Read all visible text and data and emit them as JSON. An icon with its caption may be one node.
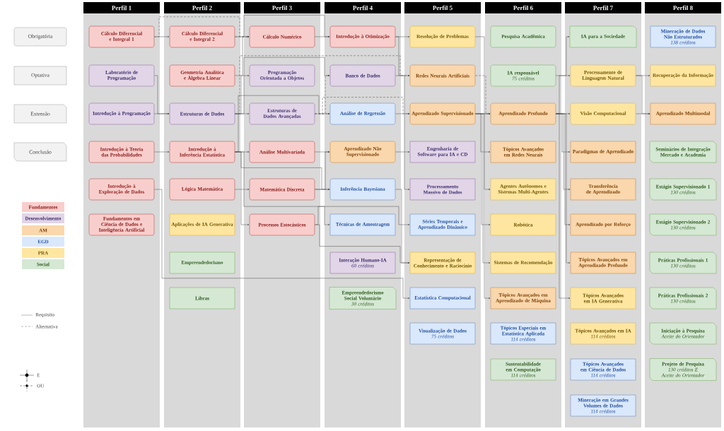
{
  "diagram": {
    "nodes": [
      {
        "text": [
          "Cálculo Diferencial e Integral 1"
        ]
      },
      {
        "text": [
          "Laboratório de Programação"
        ]
      },
      {
        "text": [
          "Introdução à Programação"
        ]
      },
      {
        "text": [
          "Introdução à Teoria das Probabilidades"
        ]
      },
      {
        "text": [
          "Introdução à Exploração de Dados"
        ]
      },
      {
        "text": [
          "Fundamentos em Ciência de Dados e Inteligência Artificial"
        ]
      },
      {
        "text": [
          "Cálculo Diferencial e Integral 2"
        ]
      },
      {
        "text": [
          "Geometria Analítica e Álgebra Linear"
        ]
      },
      {
        "text": [
          "Estruturas de Dados"
        ]
      },
      {
        "text": [
          "Introdução à Inferência Estatística"
        ]
      },
      {
        "text": [
          "Lógica Matemática"
        ]
      },
      {
        "text": [
          "Aplicações de IA Generativa"
        ]
      },
      {
        "text": [
          "Empreendedorismo"
        ]
      },
      {
        "text": [
          "Libras"
        ]
      },
      {
        "text": [
          "Cálculo Numérico"
        ]
      },
      {
        "text": [
          "Programação Orientada a Objetos"
        ]
      },
      {
        "text": [
          "Estruturas de Dados Avançadas"
        ]
      },
      {
        "text": [
          "Análise Multivariada"
        ]
      },
      {
        "text": [
          "Matemática Discreta"
        ]
      },
      {
        "text": [
          "Processos Estocásticos"
        ]
      },
      {
        "text": [
          "Introdução à Otimização"
        ]
      },
      {
        "text": [
          "Banco de Dados"
        ]
      },
      {
        "text": [
          "Análise de Regressão"
        ]
      },
      {
        "text": [
          "Aprendizado Não Supervisionado"
        ]
      },
      {
        "text": [
          "Inferência Bayesiana"
        ]
      },
      {
        "text": [
          "Técnicas de Amostragem"
        ]
      },
      {
        "text": [
          "Interação Humano-IA",
          "60 créditos"
        ]
      },
      {
        "text": [
          "Empreendedorismo Social Voluntário",
          "30 créditos"
        ]
      },
      {
        "text": [
          "Resolução de Problemas"
        ]
      },
      {
        "text": [
          "Redes Neurais Artificiais"
        ]
      },
      {
        "text": [
          "Aprendizado Supervisionado"
        ]
      },
      {
        "text": [
          "Engenharia de Software para IA e CD"
        ]
      },
      {
        "text": [
          "Processamento Massivo de Dados"
        ]
      },
      {
        "text": [
          "Séries Temporais e Aprendizado Dinâmico"
        ]
      },
      {
        "text": [
          "Representação de Conhecimento e Raciocínio"
        ]
      },
      {
        "text": [
          "Estatística Computacional"
        ]
      },
      {
        "text": [
          "Visualização de Dados",
          "75 créditos"
        ]
      },
      {
        "text": [
          "Pesquisa Acadêmica"
        ]
      },
      {
        "text": [
          "IA responsável",
          "75 créditos"
        ]
      },
      {
        "text": [
          "Aprendizado Profundo"
        ]
      },
      {
        "text": [
          "Tópicos Avançados em Redes Neurais"
        ]
      },
      {
        "text": [
          "Agentes Autônomos e Sistemas Multi-Agentes"
        ]
      },
      {
        "text": [
          "Robótica"
        ]
      },
      {
        "text": [
          "Sistemas de Recomendação"
        ]
      },
      {
        "text": [
          "Tópicos Avançados em Aprendizado de Máquina"
        ]
      },
      {
        "text": [
          "Tópicos Especiais em Estatística Aplicada",
          "114 créditos"
        ]
      },
      {
        "text": [
          "Sustentabilidade em Computação",
          "114 créditos"
        ]
      },
      {
        "text": [
          "IA para a Sociedade"
        ]
      },
      {
        "text": [
          "Processamento de Linguagem Natural"
        ]
      },
      {
        "text": [
          "Visão Computacional"
        ]
      },
      {
        "text": [
          "Paradigmas de Aprendizado"
        ]
      },
      {
        "text": [
          "Transferência de Aprendizado"
        ]
      },
      {
        "text": [
          "Aprendizado por Reforço"
        ]
      },
      {
        "text": [
          "Tópicos Avançados em Aprendizado Profundo"
        ]
      },
      {
        "text": [
          "Tópicos Avançados em IA Generativa"
        ]
      },
      {
        "text": [
          "Tópicos Avançados em IA",
          "114 créditos"
        ]
      },
      {
        "text": [
          "Tópicos Avançados em Ciência de Dados",
          "114 créditos"
        ]
      },
      {
        "text": [
          "Mineração em Grandes Volumes de Dados",
          "114 créditos"
        ]
      },
      {
        "text": [
          "Mineração de Dados Não Estruturados",
          "138 créditos"
        ]
      },
      {
        "text": [
          "Recuperação da Informação"
        ]
      },
      {
        "text": [
          "Aprendizado Multimodal"
        ]
      },
      {
        "text": [
          "Seminários de Integração Mercado e Academia"
        ]
      },
      {
        "text": [
          "Estágio Supervisionado 1",
          "130 créditos"
        ]
      },
      {
        "text": [
          "Estágio Supervisionado 2",
          "130 créditos"
        ]
      },
      {
        "text": [
          "Práticas Profissionais 1",
          "130 créditos"
        ]
      },
      {
        "text": [
          "Práticas Profissionais 2",
          "130 créditos"
        ]
      },
      {
        "text": [
          "Iniciação à Pesquisa",
          "Aceite do Orientador"
        ]
      },
      {
        "text": [
          "Projeto de Pesquisa",
          "130 créditos E Aceite do Orientador"
        ]
      }
    ],
    "edges": [
      {
        "from": 0,
        "to": 6,
        "arrow": "to"
      },
      {
        "from": 0,
        "to": 14,
        "arrow": "to",
        "style": "dashed"
      },
      {
        "from": 6,
        "to": 14,
        "arrow": "to",
        "style": "dashed"
      },
      {
        "from": 7,
        "to": 14,
        "arrow": "to"
      },
      {
        "from": 6,
        "to": 20,
        "arrow": "to"
      },
      {
        "from": 14,
        "to": 20,
        "arrow": "to"
      },
      {
        "from": 1,
        "to": 8,
        "arrow": "to"
      },
      {
        "from": 2,
        "to": 8,
        "arrow": "to"
      },
      {
        "from": 8,
        "to": 15,
        "arrow": "to"
      },
      {
        "from": 8,
        "to": 16,
        "arrow": "to"
      },
      {
        "from": 8,
        "to": 21,
        "arrow": "to"
      },
      {
        "from": 16,
        "to": 21,
        "arrow": "to",
        "style": "dashed"
      },
      {
        "from": 3,
        "to": 9,
        "arrow": "to"
      },
      {
        "from": 9,
        "to": 17,
        "arrow": "to"
      },
      {
        "from": 9,
        "to": 19,
        "arrow": "to"
      },
      {
        "from": 10,
        "to": 18,
        "arrow": "to"
      },
      {
        "from": 17,
        "to": 23,
        "arrow": "to"
      },
      {
        "from": 18,
        "to": 23,
        "arrow": "to"
      },
      {
        "from": 9,
        "to": 22,
        "arrow": "to"
      },
      {
        "from": 16,
        "to": 22,
        "arrow": "to",
        "style": "dashed"
      },
      {
        "from": 9,
        "to": 24,
        "arrow": "to"
      },
      {
        "from": 18,
        "to": 24,
        "arrow": "to"
      },
      {
        "from": 9,
        "to": 25,
        "arrow": "to"
      },
      {
        "from": 20,
        "to": 28,
        "arrow": "to"
      },
      {
        "from": 20,
        "to": 29,
        "arrow": "to"
      },
      {
        "from": 8,
        "to": 29,
        "arrow": "to",
        "style": "dashed"
      },
      {
        "from": 22,
        "to": 30,
        "arrow": "to"
      },
      {
        "from": 16,
        "to": 30,
        "arrow": "to",
        "style": "dashed"
      },
      {
        "from": 21,
        "to": 32,
        "arrow": "to"
      },
      {
        "from": 23,
        "to": 31,
        "arrow": "to"
      },
      {
        "from": 19,
        "to": 33,
        "arrow": "to"
      },
      {
        "from": 19,
        "to": 34,
        "arrow": "to"
      },
      {
        "from": 24,
        "to": 34,
        "arrow": "to"
      },
      {
        "from": 4,
        "to": 35,
        "arrow": "to"
      },
      {
        "from": 28,
        "to": 41,
        "arrow": "to"
      },
      {
        "from": 29,
        "to": 39,
        "arrow": "to",
        "style": "dashed"
      },
      {
        "from": 30,
        "to": 39,
        "arrow": "to"
      },
      {
        "from": 39,
        "to": 40,
        "arrow": "to"
      },
      {
        "from": 30,
        "to": 42,
        "arrow": "to"
      },
      {
        "from": 30,
        "to": 43,
        "arrow": "to"
      },
      {
        "from": 30,
        "to": 44,
        "arrow": "to"
      },
      {
        "from": 38,
        "to": 47,
        "arrow": "to"
      },
      {
        "from": 39,
        "to": 48,
        "arrow": "to"
      },
      {
        "from": 39,
        "to": 49,
        "arrow": "to"
      },
      {
        "from": 39,
        "to": 50,
        "arrow": "to"
      },
      {
        "from": 39,
        "to": 51,
        "arrow": "to"
      },
      {
        "from": 39,
        "to": 52,
        "arrow": "to"
      },
      {
        "from": 39,
        "to": 53,
        "arrow": "to"
      },
      {
        "from": 39,
        "to": 54,
        "arrow": "to"
      },
      {
        "from": 48,
        "to": 59,
        "arrow": "to"
      },
      {
        "from": 48,
        "to": 60,
        "arrow": "to"
      },
      {
        "from": 49,
        "to": 60,
        "arrow": "to"
      }
    ],
    "labels": [
      "Perfil 1",
      "Perfil 2",
      "Perfil 3",
      "Perfil 4",
      "Perfil 5",
      "Perfil 6",
      "Perfil 7",
      "Perfil 8"
    ],
    "legend": [
      {
        "text": "Obrigatória"
      },
      {
        "text": "Optativa"
      },
      {
        "text": "Extensão"
      },
      {
        "text": "Conclusão"
      },
      {
        "text": "Fundamentos",
        "color": "#f8cecc"
      },
      {
        "text": "Desenvolvimento",
        "color": "#e1d5e7"
      },
      {
        "text": "AM",
        "color": "#fad7ac"
      },
      {
        "text": "EGD",
        "color": "#dae8fc"
      },
      {
        "text": "PRA",
        "color": "#ffe6a0"
      },
      {
        "text": "Social",
        "color": "#d5e8d4"
      },
      {
        "text": "Requisito"
      },
      {
        "text": "Alternativa"
      },
      {
        "text": "E"
      },
      {
        "text": "OU"
      }
    ]
  }
}
